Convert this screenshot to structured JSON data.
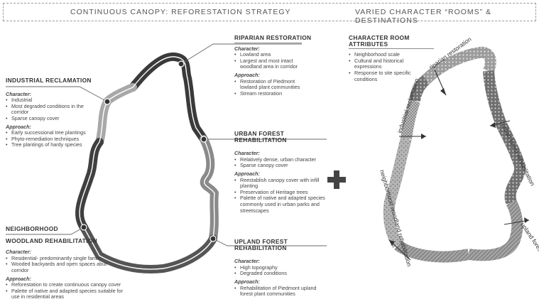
{
  "header": {
    "left_title": "CONTINUOUS CANOPY: REFORESTATION STRATEGY",
    "right_title": "VARIED CHARACTER “ROOMS” & DESTINATIONS"
  },
  "zones": {
    "riparian": {
      "title": "RIPARIAN RESTORATION",
      "character_label": "Character:",
      "character": [
        "Lowland area",
        "Largest and most intact woodland area in corridor"
      ],
      "approach_label": "Approach:",
      "approach": [
        "Restoration of Piedmont lowland plant communities",
        "Stream restoration"
      ]
    },
    "industrial": {
      "title": "INDUSTRIAL RECLAMATION",
      "character_label": "Character:",
      "character": [
        "Industrial",
        "Most degraded conditions in the corridor",
        "Sparse canopy cover"
      ],
      "approach_label": "Approach:",
      "approach": [
        "Early successional tree plantings",
        "Phyto-remediation techniques",
        "Tree plantings of hardy species"
      ]
    },
    "urban": {
      "title": "URBAN FOREST REHABILITATION",
      "character_label": "Character:",
      "character": [
        "Relatively dense, urban character",
        "Sparse canopy cover"
      ],
      "approach_label": "Approach:",
      "approach": [
        "Reestablish canopy cover with infill planting",
        "Preservation of Heritage trees",
        "Palette of native and adapted species commonly used in urban parks and streetscapes"
      ]
    },
    "neighborhood": {
      "title_line1": "NEIGHBORHOOD",
      "title_line2": "WOODLAND REHABILITATION",
      "character_label": "Character:",
      "character": [
        "Residential- predominantly single family",
        "Wooded backyards and open spaces abut corridor"
      ],
      "approach_label": "Approach:",
      "approach": [
        "Reforestation to create continuous canopy cover",
        "Palette of native and adapted species suitable for use in residential areas"
      ]
    },
    "upland": {
      "title": "UPLAND FOREST REHABILITATION",
      "character_label": "Character:",
      "character": [
        "High topography",
        "Degraded conditions"
      ],
      "approach_label": "Approach:",
      "approach": [
        "Rehabilitation of Piedmont upland forest plant communities"
      ]
    }
  },
  "attributes": {
    "title": "CHARACTER ROOM ATTRIBUTES",
    "items": [
      "Neighborhood scale",
      "Cultural and historical expressions",
      "Response to site specific conditions"
    ]
  },
  "room_labels": {
    "riparian": "riparian restoration",
    "industrial": "industrial reclamation",
    "urban": "urban forest rehabilitation",
    "neighborhood": "neighborhood woodland rehabilitation",
    "upland": "upland forest rehabilitation"
  },
  "colors": {
    "riparian": "#3a3a3a",
    "industrial": "#a8a8a8",
    "urban": "#8a8a8a",
    "neighborhood": "#3f3f3f",
    "upland": "#6e6e6e"
  }
}
